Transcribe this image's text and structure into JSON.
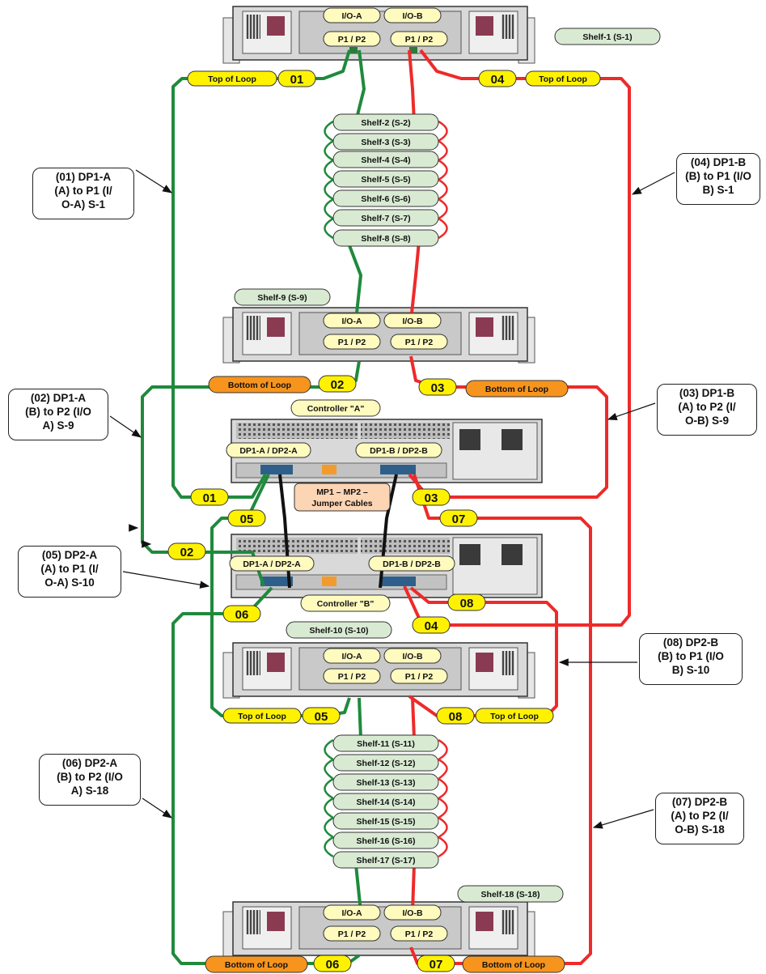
{
  "colors": {
    "green": "#1f8a3c",
    "red": "#ee2a2a",
    "black": "#111111",
    "tag_yellow": "#fff200",
    "tag_orange": "#f7941d",
    "shelf_green": "#d9ead3",
    "label_cream": "#fffbbf"
  },
  "shelves": {
    "s1": "Shelf-1 (S-1)",
    "s2": "Shelf-2 (S-2)",
    "s3": "Shelf-3 (S-3)",
    "s4": "Shelf-4 (S-4)",
    "s5": "Shelf-5 (S-5)",
    "s6": "Shelf-6 (S-6)",
    "s7": "Shelf-7 (S-7)",
    "s8": "Shelf-8 (S-8)",
    "s9": "Shelf-9 (S-9)",
    "s10": "Shelf-10 (S-10)",
    "s11": "Shelf-11 (S-11)",
    "s12": "Shelf-12 (S-12)",
    "s13": "Shelf-13 (S-13)",
    "s14": "Shelf-14 (S-14)",
    "s15": "Shelf-15 (S-15)",
    "s16": "Shelf-16 (S-16)",
    "s17": "Shelf-17 (S-17)",
    "s18": "Shelf-18 (S-18)"
  },
  "ports": {
    "ioa": "I/O-A",
    "iob": "I/O-B",
    "p1p2": "P1 / P2"
  },
  "loop": {
    "top": "Top of Loop",
    "bottom": "Bottom of Loop"
  },
  "cable_numbers": {
    "c01": "01",
    "c02": "02",
    "c03": "03",
    "c04": "04",
    "c05": "05",
    "c06": "06",
    "c07": "07",
    "c08": "08"
  },
  "controllers": {
    "a": "Controller \"A\"",
    "b": "Controller \"B\"",
    "dp1a_dp2a": "DP1-A / DP2-A",
    "dp1b_dp2b": "DP1-B / DP2-B",
    "jumper_line1": "MP1 – MP2 –",
    "jumper_line2": "Jumper Cables"
  },
  "notes": {
    "n01": "(01) DP1-A\n(A) to P1 (I/\nO-A) S-1",
    "n04": "(04) DP1-B\n(B) to P1 (I/O\nB) S-1",
    "n02": "(02) DP1-A\n(B) to P2 (I/O\nA) S-9",
    "n03": "(03) DP1-B\n(A) to P2 (I/\nO-B) S-9",
    "n05": "(05) DP2-A\n(A) to P1 (I/\nO-A) S-10",
    "n08": "(08) DP2-B\n(B) to P1 (I/O\nB) S-10",
    "n06": "(06) DP2-A\n(B) to P2 (I/O\nA) S-18",
    "n07": "(07) DP2-B\n(A) to P2 (I/\nO-B) S-18"
  }
}
